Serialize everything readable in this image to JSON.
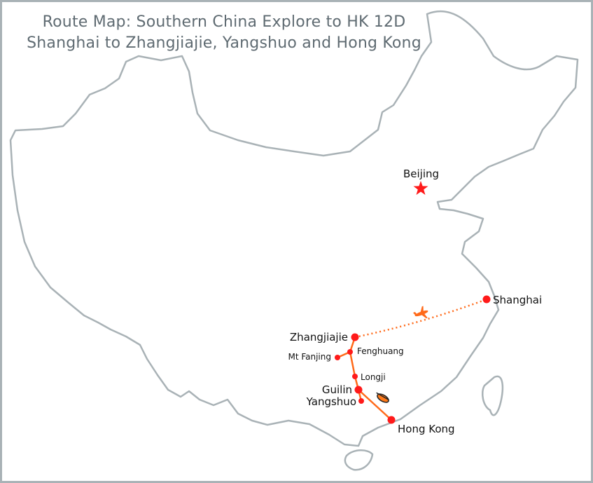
{
  "title": {
    "line1": "Route Map: Southern China Explore to HK 12D",
    "line2": "Shanghai to Zhangjiajie, Yangshuo and Hong Kong"
  },
  "colors": {
    "border": "#a9b2b6",
    "route": "#ff6a1a",
    "marker": "#ff1a1a",
    "title": "#5f6b72"
  },
  "places": {
    "beijing": "Beijing",
    "shanghai": "Shanghai",
    "zhangjiajie": "Zhangjiajie",
    "fenghuang": "Fenghuang",
    "mt_fanjing": "Mt Fanjing",
    "longji": "Longji",
    "guilin": "Guilin",
    "yangshuo": "Yangshuo",
    "hong_kong": "Hong Kong"
  },
  "icons": [
    "star-icon",
    "plane-icon",
    "boat-icon"
  ]
}
